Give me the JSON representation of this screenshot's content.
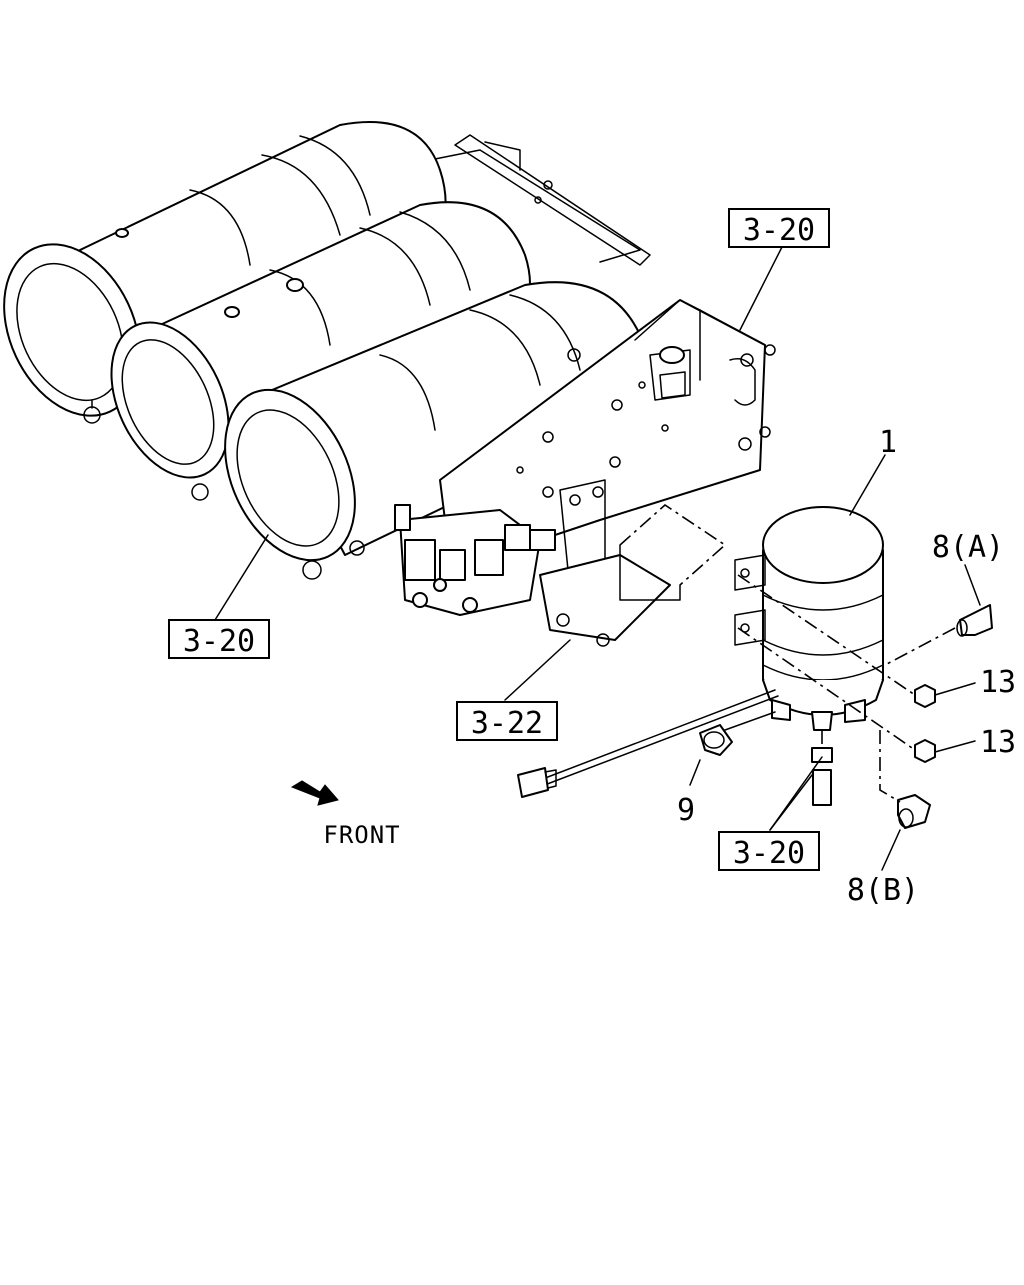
{
  "diagram": {
    "refs": {
      "ref_top": "3-20",
      "ref_left": "3-20",
      "ref_mid": "3-22",
      "ref_bottom": "3-20"
    },
    "labels": {
      "part_1": "1",
      "part_8a": "8(A)",
      "part_8b": "8(B)",
      "part_13_upper": "13",
      "part_13_lower": "13",
      "part_9": "9"
    },
    "direction": {
      "text": "FRONT",
      "icon": "front-arrow-icon"
    },
    "colors": {
      "line": "#000000",
      "background": "#ffffff"
    }
  }
}
